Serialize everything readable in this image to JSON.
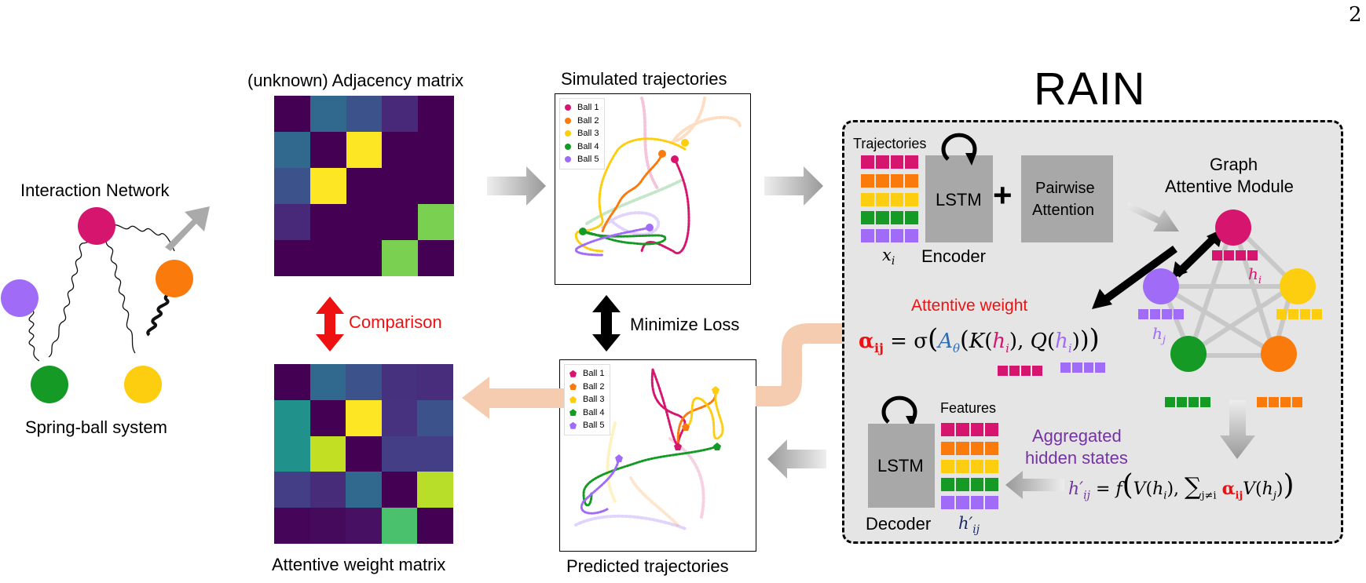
{
  "page_number": "2",
  "spring_ball": {
    "title": "Interaction Network",
    "caption": "Spring-ball system"
  },
  "adjacency": {
    "title": "(unknown) Adjacency matrix",
    "cells": [
      [
        "#440154",
        "#31688e",
        "#3b528b",
        "#482878",
        "#440154"
      ],
      [
        "#31688e",
        "#440154",
        "#fde725",
        "#440154",
        "#440154"
      ],
      [
        "#3b528b",
        "#fde725",
        "#440154",
        "#440154",
        "#440154"
      ],
      [
        "#482878",
        "#440154",
        "#440154",
        "#440154",
        "#7ad151"
      ],
      [
        "#440154",
        "#440154",
        "#440154",
        "#7ad151",
        "#440154"
      ]
    ]
  },
  "attentive_matrix": {
    "title": "Attentive weight matrix",
    "cells": [
      [
        "#440154",
        "#31688e",
        "#3b528b",
        "#46317e",
        "#472d7b"
      ],
      [
        "#21918c",
        "#440154",
        "#fde725",
        "#46327e",
        "#3b528b"
      ],
      [
        "#21918c",
        "#c2df23",
        "#440154",
        "#433e85",
        "#433e85"
      ],
      [
        "#433e85",
        "#472c7a",
        "#31688e",
        "#440154",
        "#b8de29"
      ],
      [
        "#450559",
        "#450a5c",
        "#471063",
        "#4ac16d",
        "#440154"
      ]
    ]
  },
  "comparison_label": "Comparison",
  "minimize_loss_label": "Minimize Loss",
  "simulated": {
    "title": "Simulated trajectories",
    "legend": [
      "Ball 1",
      "Ball 2",
      "Ball 3",
      "Ball 4",
      "Ball 5"
    ]
  },
  "predicted": {
    "title": "Predicted trajectories",
    "legend": [
      "Ball 1",
      "Ball 2",
      "Ball 3",
      "Ball 4",
      "Ball 5"
    ]
  },
  "colors": {
    "ball1": "#d6156e",
    "ball2": "#fa7b0c",
    "ball3": "#fdcd10",
    "ball4": "#149a25",
    "ball5": "#a06cf7",
    "red_accent": "#ee1111",
    "peach": "#f6ccb0",
    "purple_text": "#7433a2"
  },
  "rain": {
    "title": "RAIN",
    "trajectories_label": "Trajectories",
    "x_label": "x",
    "x_sub": "i",
    "lstm_label": "LSTM",
    "encoder_label": "Encoder",
    "plus": "+",
    "pairwise_label_1": "Pairwise",
    "pairwise_label_2": "Attention",
    "graph_label_1": "Graph",
    "graph_label_2": "Attentive Module",
    "h_label": "h",
    "hi_sub": "i",
    "hj_sub": "j",
    "attentive_weight_label": "Attentive weight",
    "alpha": "α",
    "alpha_sub": "ij",
    "equals": "=",
    "sigma": "σ",
    "a_theta": "A",
    "theta": "θ",
    "k_fn": "K",
    "q_fn": "Q",
    "features_label": "Features",
    "decoder_label": "Decoder",
    "aggregated_1": "Aggregated",
    "aggregated_2": "hidden states",
    "h_prime": "h′",
    "f_fn": "f",
    "v_fn": "V",
    "sum_sym": "∑",
    "sum_sub": "j≠i"
  }
}
